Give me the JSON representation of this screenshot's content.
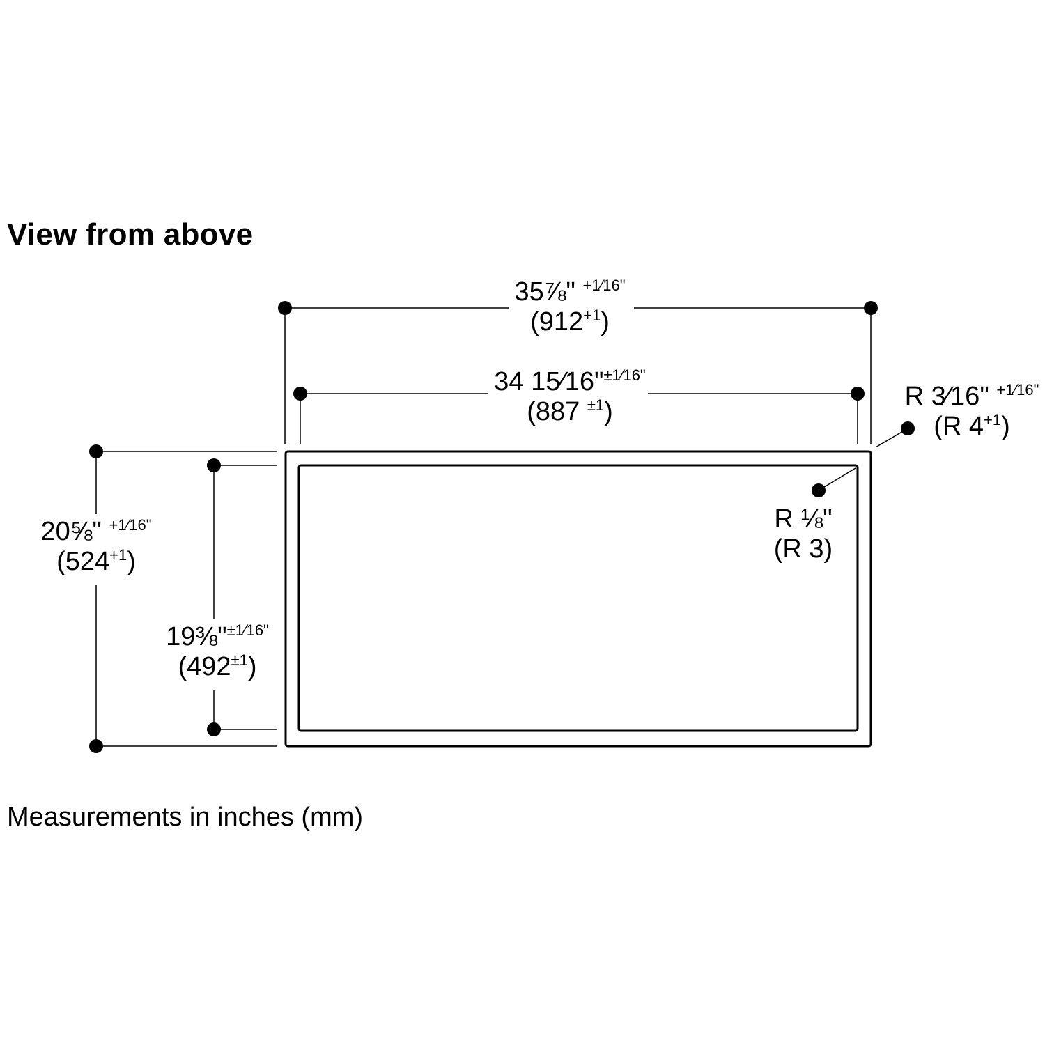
{
  "title": "View from above",
  "footnote": "Measurements in inches (mm)",
  "dimensions": {
    "outer_width": {
      "main": "35⅞\"",
      "tol": "+1⁄16\"",
      "mm": "(912",
      "mm_tol": "+1",
      "mm_end": ")"
    },
    "inner_width": {
      "main": "34 15⁄16\"",
      "tol": "±1⁄16\"",
      "mm": "(887",
      "mm_tol": "±1",
      "mm_end": ")"
    },
    "outer_radius": {
      "main": "R 3⁄16\"",
      "tol": "+1⁄16\"",
      "mm": "(R 4",
      "mm_tol": "+1",
      "mm_end": ")"
    },
    "inner_radius": {
      "main": "R ⅛\"",
      "mm": "(R 3)"
    },
    "outer_depth": {
      "main": "20⅝\"",
      "tol": "+1⁄16\"",
      "mm": "(524",
      "mm_tol": "+1",
      "mm_end": ")"
    },
    "inner_depth": {
      "main": "19⅜\"",
      "tol": "±1⁄16\"",
      "mm": "(492",
      "mm_tol": "±1",
      "mm_end": ")"
    }
  },
  "colors": {
    "ink": "#000000",
    "background": "#ffffff"
  }
}
